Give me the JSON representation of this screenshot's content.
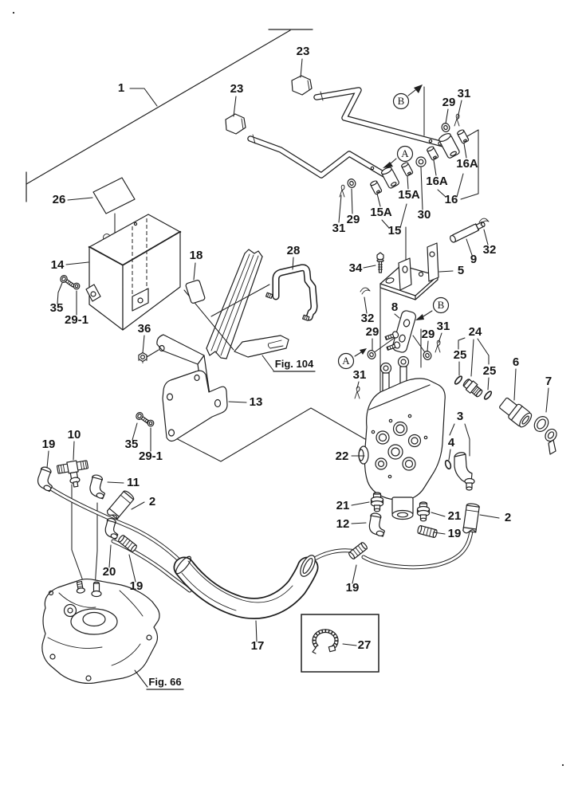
{
  "diagram": {
    "type": "exploded-parts-diagram",
    "description": "Hydraulic remote control valve installation exploded view with numbered callouts",
    "background_color": "#ffffff",
    "line_color": "#1f1f1f",
    "figure_references": {
      "fig104": "Fig. 104",
      "fig66": "Fig. 66"
    },
    "view_markers": {
      "a1": "A",
      "a2": "A",
      "b1": "B",
      "b2": "B"
    },
    "scan_marks": {
      "top_left": ".",
      "bottom_right": "."
    },
    "callouts": {
      "n1": "1",
      "n23_left": "23",
      "n23_right": "23",
      "n29_top": "29",
      "n31_top": "31",
      "n16a_right": "16A",
      "n16a_left": "16A",
      "n16": "16",
      "n15a_right": "15A",
      "n15a_left": "15A",
      "n15": "15",
      "n30": "30",
      "n29_rod_a": "29",
      "n31_rod_a": "31",
      "n9": "9",
      "n32_pin": "32",
      "n34": "34",
      "n5": "5",
      "n8": "8",
      "n32_bracket": "32",
      "n29_plate_left": "29",
      "n31_plate_left": "31",
      "n29_plate_right": "29",
      "n31_plate_right": "31",
      "n24": "24",
      "n25_left": "25",
      "n25_right": "25",
      "n6": "6",
      "n7": "7",
      "n3": "3",
      "n4": "4",
      "n22": "22",
      "n26": "26",
      "n14": "14",
      "n35_top": "35",
      "n29_1_top": "29-1",
      "n18": "18",
      "n36": "36",
      "n28": "28",
      "n13": "13",
      "n35_bottom": "35",
      "n29_1_bottom": "29-1",
      "n19_tee": "19",
      "n10": "10",
      "n11": "11",
      "n2_left": "2",
      "n20": "20",
      "n19_mid": "19",
      "n17": "17",
      "n21_left": "21",
      "n12": "12",
      "n21_right": "21",
      "n19_right": "19",
      "n2_right": "2",
      "n19_hose": "19",
      "n27": "27"
    }
  }
}
